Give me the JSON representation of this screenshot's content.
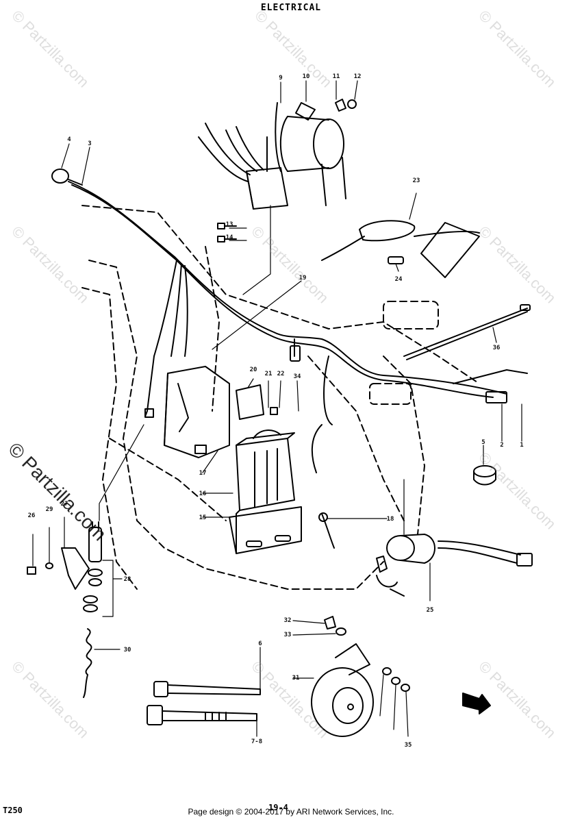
{
  "header": {
    "title": "ELECTRICAL"
  },
  "footer": {
    "model": "T250",
    "page_number": "19-4",
    "credit": "Page design © 2004-2017 by ARI Network Services, Inc."
  },
  "watermark": {
    "text": "© Partzilla.com"
  },
  "callouts": [
    "1",
    "2",
    "3",
    "4",
    "5",
    "6",
    "7-8",
    "9",
    "10",
    "11",
    "12",
    "13",
    "14",
    "15",
    "16",
    "17",
    "18",
    "19",
    "20",
    "21",
    "22",
    "23",
    "24",
    "25",
    "26",
    "27",
    "28",
    "29",
    "30",
    "31",
    "32",
    "33",
    "34",
    "35",
    "36"
  ],
  "colors": {
    "ink": "#000000",
    "watermark": "#a0a0a0",
    "background": "#ffffff"
  }
}
